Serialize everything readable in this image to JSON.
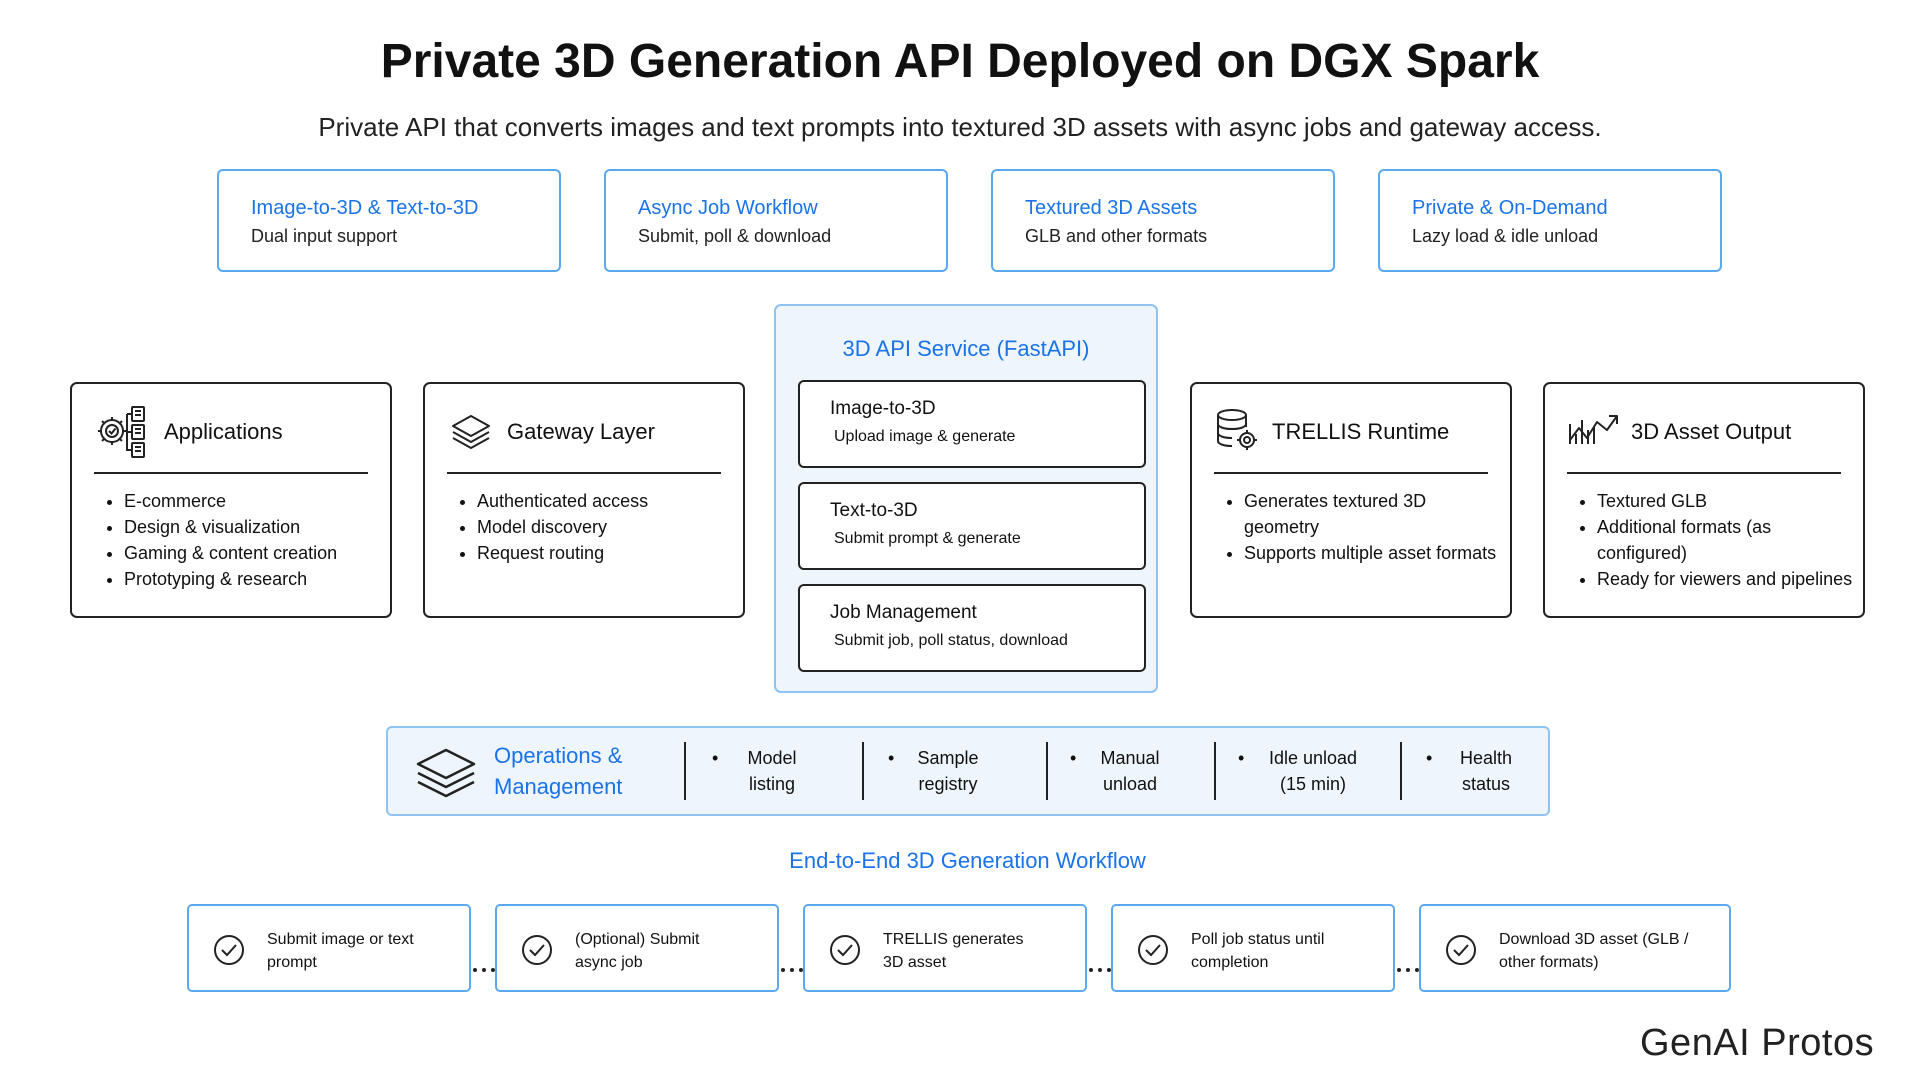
{
  "title": "Private 3D Generation API Deployed on DGX Spark",
  "subtitle": "Private API that converts images and text prompts into textured 3D assets with async jobs and gateway access.",
  "features": [
    {
      "title": "Image-to-3D & Text-to-3D",
      "desc": "Dual input support"
    },
    {
      "title": "Async Job Workflow",
      "desc": "Submit, poll & download"
    },
    {
      "title": "Textured 3D Assets",
      "desc": "GLB and other formats"
    },
    {
      "title": "Private & On-Demand",
      "desc": "Lazy load & idle unload"
    }
  ],
  "cards": {
    "applications": {
      "title": "Applications",
      "icon": "settings-documents-icon",
      "items": [
        "E-commerce",
        "Design & visualization",
        "Gaming & content creation",
        "Prototyping & research"
      ]
    },
    "gateway": {
      "title": "Gateway Layer",
      "icon": "layers-icon",
      "items": [
        "Authenticated access",
        "Model discovery",
        "Request routing"
      ]
    },
    "trellis": {
      "title": "TRELLIS Runtime",
      "icon": "database-gear-icon",
      "items": [
        "Generates textured 3D geometry",
        "Supports multiple asset formats"
      ]
    },
    "output": {
      "title": "3D Asset Output",
      "icon": "trend-chart-icon",
      "items": [
        "Textured GLB",
        "Additional formats (as configured)",
        "Ready for viewers and pipelines"
      ]
    }
  },
  "service": {
    "title": "3D API Service (FastAPI)",
    "boxes": [
      {
        "title": "Image-to-3D",
        "desc": "Upload image & generate"
      },
      {
        "title": "Text-to-3D",
        "desc": "Submit prompt & generate"
      },
      {
        "title": "Job Management",
        "desc": "Submit job, poll status, download"
      }
    ]
  },
  "operations": {
    "title_line1": "Operations &",
    "title_line2": "Management",
    "items": [
      {
        "line1": "Model",
        "line2": "listing"
      },
      {
        "line1": "Sample",
        "line2": "registry"
      },
      {
        "line1": "Manual",
        "line2": "unload"
      },
      {
        "line1": "Idle unload",
        "line2": "(15 min)"
      },
      {
        "line1": "Health",
        "line2": "status"
      }
    ]
  },
  "workflow": {
    "title": "End-to-End 3D Generation Workflow",
    "steps": [
      {
        "line1": "Submit image or text",
        "line2": "prompt"
      },
      {
        "line1": "(Optional) Submit",
        "line2": "async job"
      },
      {
        "line1": "TRELLIS generates",
        "line2": "3D asset"
      },
      {
        "line1": "Poll job status until",
        "line2": "completion"
      },
      {
        "line1": "Download 3D asset (GLB /",
        "line2": "other formats)"
      }
    ]
  },
  "logo": {
    "text": "GenAI Protos"
  },
  "colors": {
    "accent": "#1a73e8",
    "border_blue": "#5aa9f0",
    "panel_bg": "#eef5fc"
  }
}
